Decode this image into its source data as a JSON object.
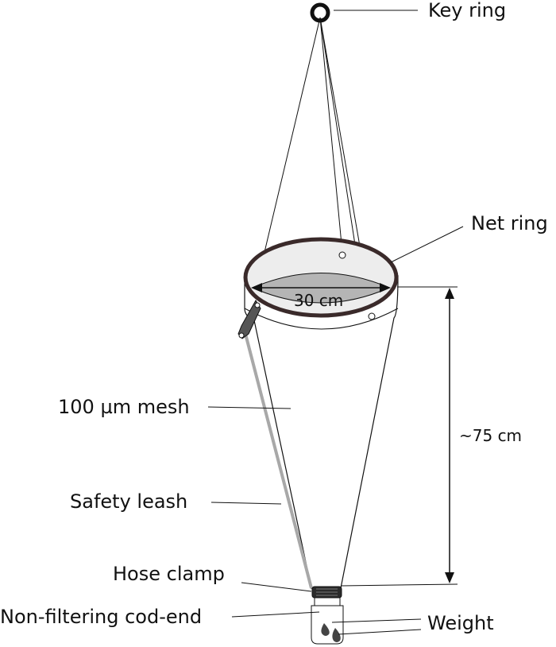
{
  "labels": {
    "key_ring": "Key ring",
    "net_ring": "Net ring",
    "diameter": "30 cm",
    "mesh": "100 µm mesh",
    "length": "~75 cm",
    "safety_leash": "Safety leash",
    "hose_clamp": "Hose clamp",
    "cod_end": "Non-filtering cod-end",
    "weight": "Weight"
  },
  "colors": {
    "ring_rim": "#3a2a2a",
    "ring_inner": "#ededed",
    "ring_mouth": "#b5b5b5",
    "leash": "#a8a8a8",
    "clamp": "#2b2b2b",
    "outline": "#111111"
  }
}
